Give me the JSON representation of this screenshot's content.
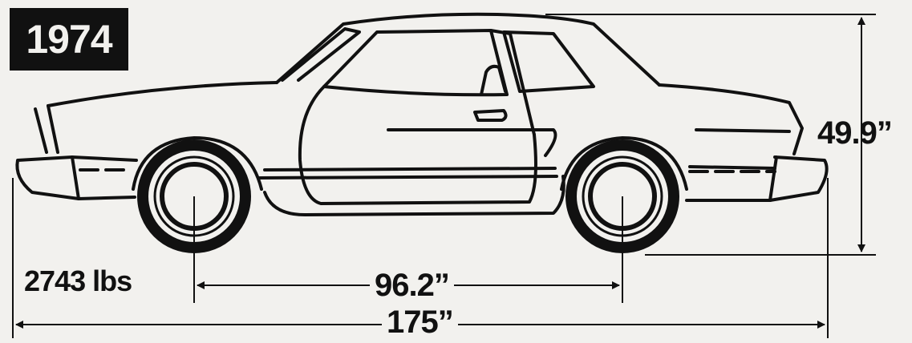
{
  "year": "1974",
  "weight": "2743 lbs",
  "dimensions": {
    "height": "49.9”",
    "wheelbase": "96.2”",
    "length": "175”"
  },
  "colors": {
    "line": "#111111",
    "background": "#f2f1ee"
  }
}
